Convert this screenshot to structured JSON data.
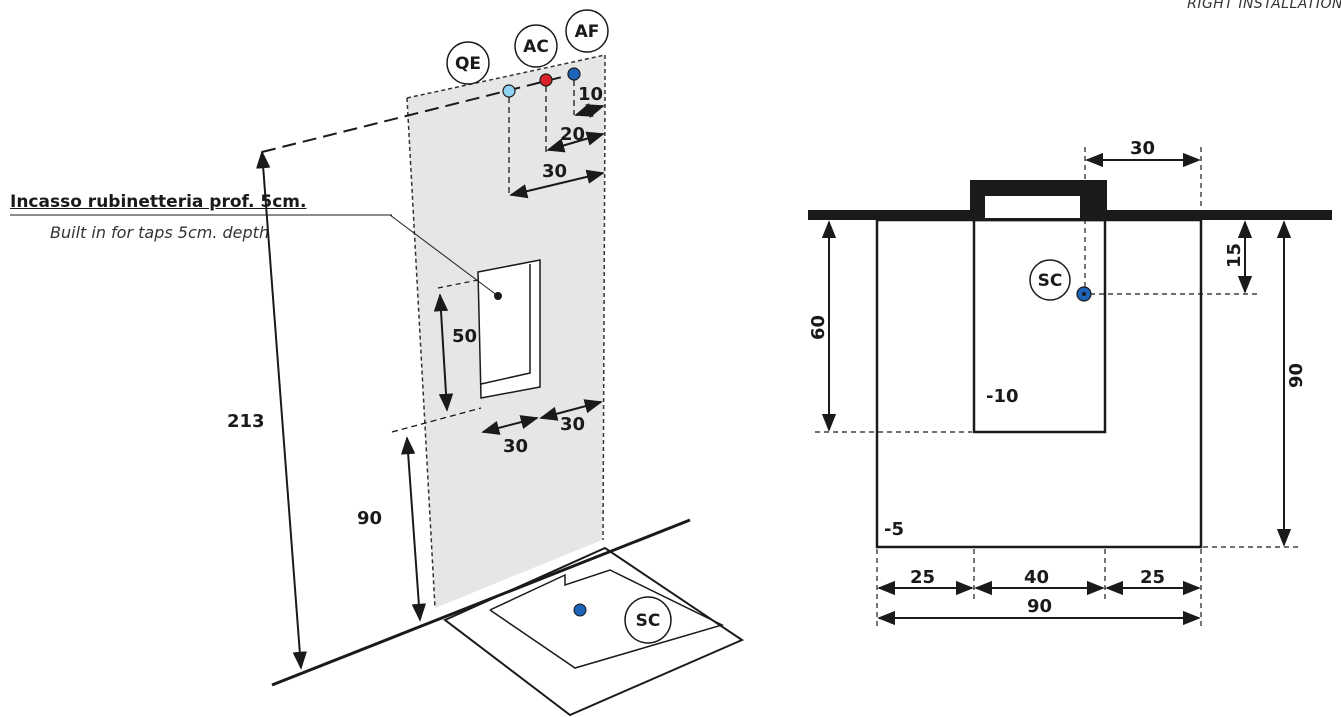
{
  "header": {
    "corner_label": "RIGHT INSTALLATION"
  },
  "left": {
    "note_title": "Incasso rubinetteria prof. 5cm.",
    "note_subtitle": "Built in for taps 5cm. depth",
    "badges": {
      "qe": "QE",
      "ac": "AC",
      "af": "AF",
      "sc": "SC"
    },
    "dims": {
      "d10": "10",
      "d20": "20",
      "d30_top": "30",
      "d50": "50",
      "d30_a": "30",
      "d30_b": "30",
      "d213": "213",
      "d90": "90"
    },
    "colors": {
      "qe": "#8fd3f0",
      "ac": "#d9222a",
      "af": "#1d63b8",
      "sc": "#1d63b8",
      "wall": "#e6e6e6"
    }
  },
  "right": {
    "badges": {
      "sc": "SC"
    },
    "dims": {
      "d30_top": "30",
      "d15": "15",
      "d60": "60",
      "d90_right": "90",
      "minus10": "-10",
      "minus5": "-5",
      "d25_left": "25",
      "d40": "40",
      "d25_right": "25",
      "d90_bottom": "90"
    }
  }
}
